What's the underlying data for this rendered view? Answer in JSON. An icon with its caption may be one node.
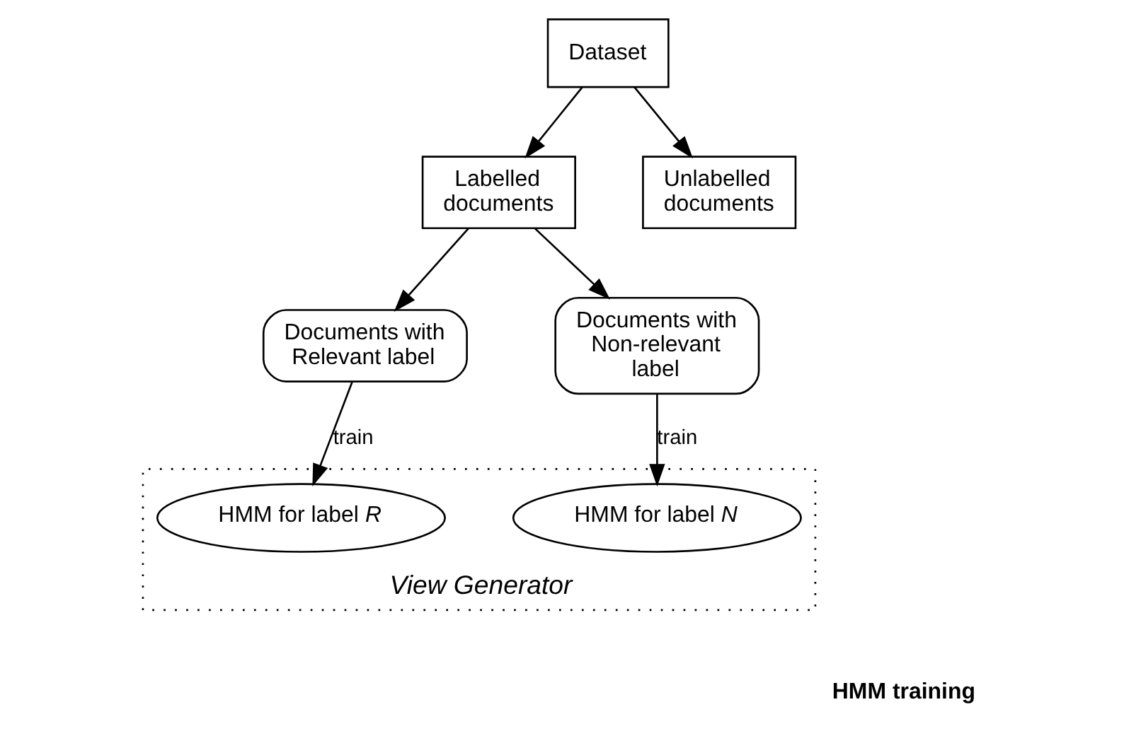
{
  "diagram": {
    "nodes": [
      {
        "text": [
          "Dataset"
        ]
      },
      {
        "text": [
          "Labelled documents"
        ]
      },
      {
        "text": [
          "Unlabelled documents"
        ]
      },
      {
        "text": [
          "Documents with Relevant label"
        ]
      },
      {
        "text": [
          "Documents with Non-relevant label"
        ]
      },
      {
        "text": [
          "View Generator"
        ]
      },
      {
        "text": [
          "HMM for label *R*"
        ],
        "in": 5
      },
      {
        "text": [
          "HMM for label *N*"
        ],
        "in": 5
      }
    ],
    "edges": [
      {
        "from": 0,
        "to": 1,
        "arrow": "to"
      },
      {
        "from": 0,
        "to": 2,
        "arrow": "to"
      },
      {
        "from": 1,
        "to": 3,
        "arrow": "to"
      },
      {
        "from": 1,
        "to": 4,
        "arrow": "to"
      },
      {
        "from": 3,
        "to": 6,
        "arrow": "to",
        "label": "train"
      },
      {
        "from": 4,
        "to": 7,
        "arrow": "to",
        "label": "train"
      }
    ],
    "labels": [
      "HMM training"
    ]
  }
}
